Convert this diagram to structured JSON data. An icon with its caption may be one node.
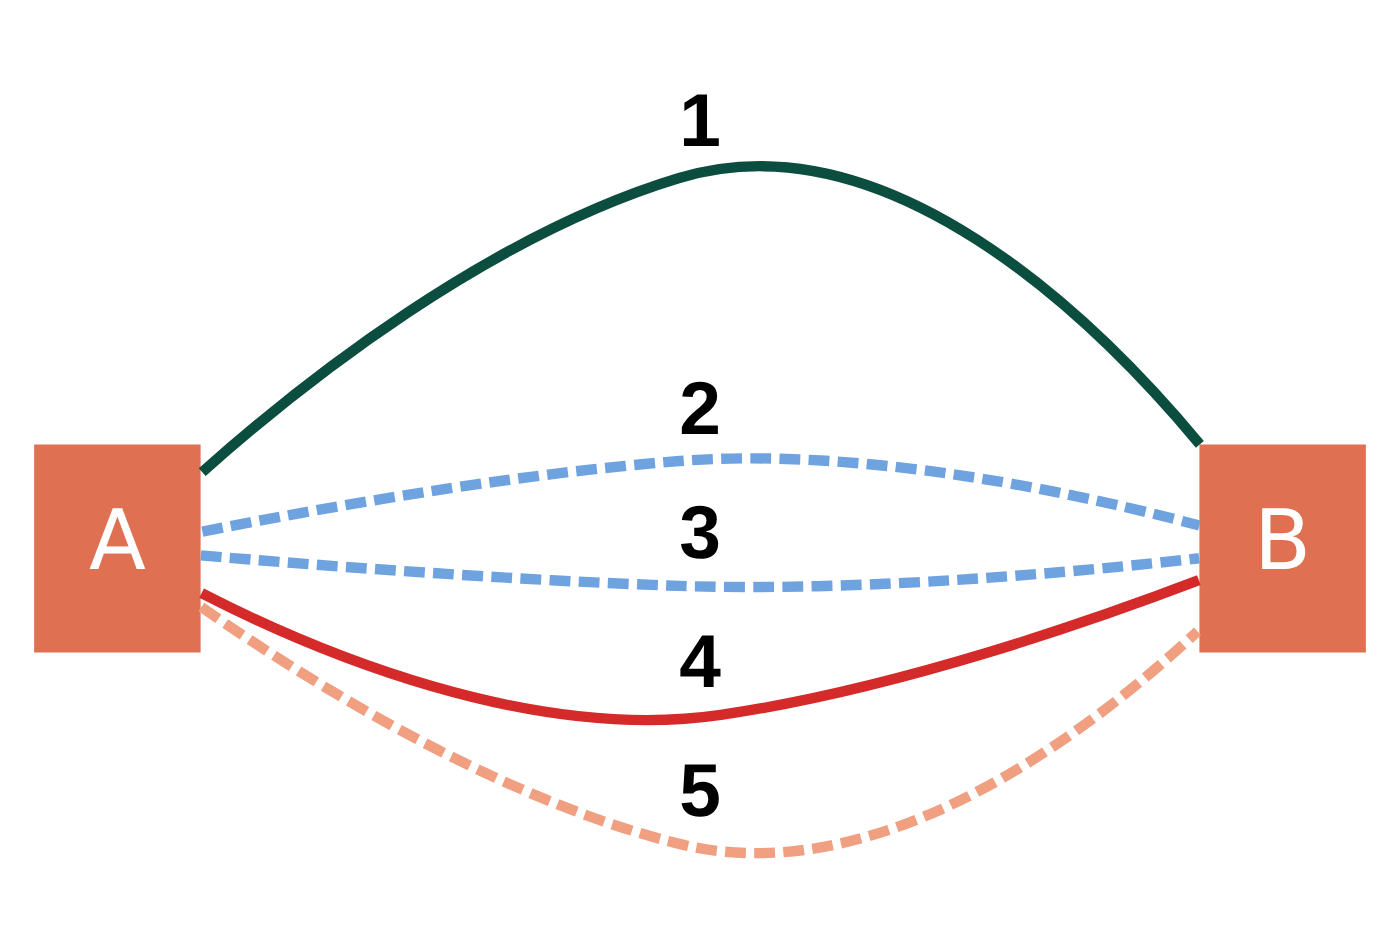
{
  "diagram": {
    "nodes": [
      {
        "text": [
          "A"
        ]
      },
      {
        "text": [
          "B"
        ]
      }
    ],
    "edges": [
      {
        "from": 0,
        "to": 1,
        "arrow": "none",
        "label": "1",
        "color": "#0b4d3e"
      },
      {
        "from": 0,
        "to": 1,
        "arrow": "none",
        "label": "2",
        "style": "dashed",
        "color": "#6fa3e0"
      },
      {
        "from": 0,
        "to": 1,
        "arrow": "none",
        "label": "3",
        "style": "dashed",
        "color": "#6fa3e0"
      },
      {
        "from": 0,
        "to": 1,
        "arrow": "none",
        "label": "4",
        "color": "#d42a2a"
      },
      {
        "from": 0,
        "to": 1,
        "arrow": "none",
        "label": "5",
        "style": "dashed",
        "color": "#f0a080"
      }
    ]
  }
}
